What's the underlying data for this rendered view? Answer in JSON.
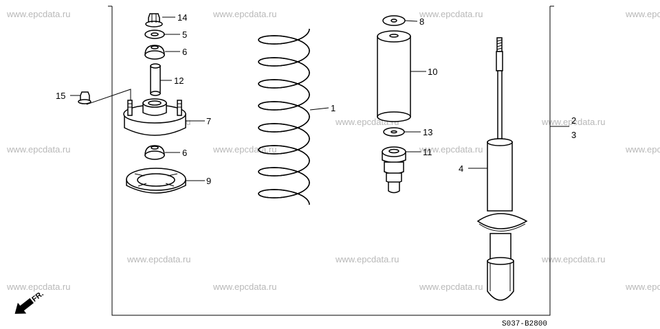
{
  "diagram": {
    "drawing_code": "S037-B2800",
    "front_marker": "FR.",
    "watermark": "www.epcdata.ru",
    "callouts": {
      "c1": "1",
      "c2": "2",
      "c3": "3",
      "c4": "4",
      "c5": "5",
      "c6a": "6",
      "c6b": "6",
      "c7": "7",
      "c8": "8",
      "c9": "9",
      "c10": "10",
      "c11": "11",
      "c12": "12",
      "c13": "13",
      "c14": "14",
      "c15": "15"
    }
  }
}
